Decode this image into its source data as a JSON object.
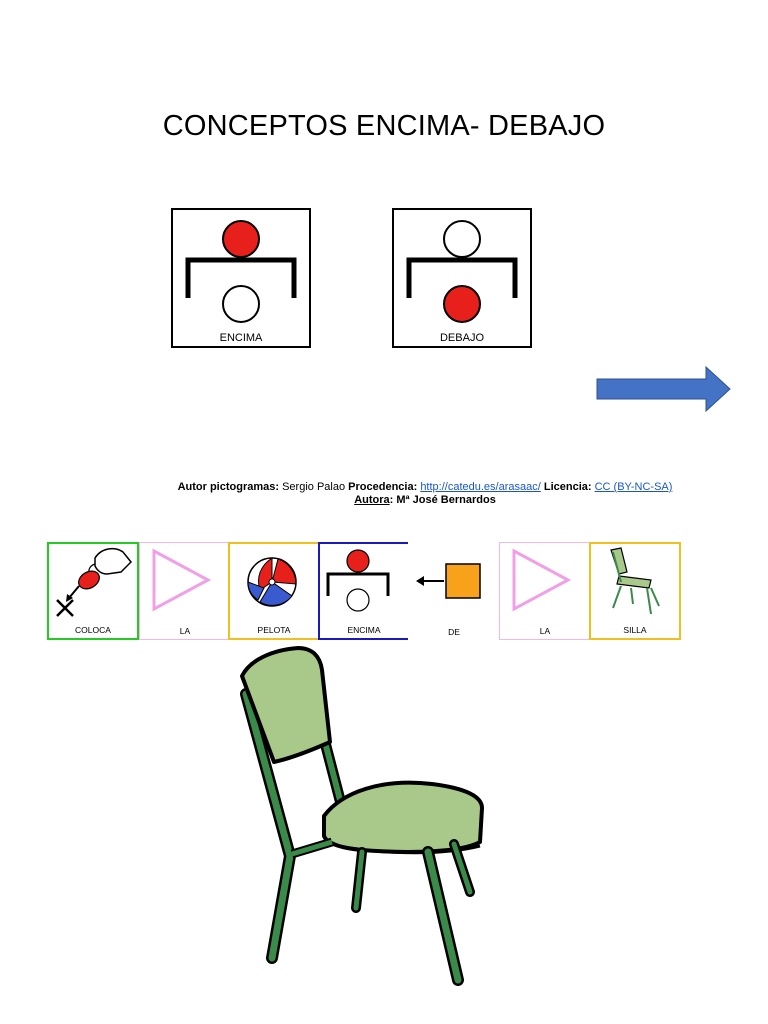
{
  "title": "CONCEPTOS  ENCIMA- DEBAJO",
  "concept_cards": [
    {
      "label": "ENCIMA"
    },
    {
      "label": "DEBAJO"
    }
  ],
  "credit": {
    "autor_label": "Autor pictogramas:",
    "autor_value": "Sergio Palao",
    "procedencia_label": "Procedencia:",
    "procedencia_link": "http://catedu.es/arasaac/",
    "licencia_label": "Licencia:",
    "licencia_link": "CC (BY-NC-SA)",
    "autora_label": "Autora",
    "autora_colon": ":",
    "autora_value": "Mª José Bernardos"
  },
  "sentence": [
    {
      "label": "COLOCA",
      "icon": "hand-placing-icon",
      "border": "#22cc22"
    },
    {
      "label": "LA",
      "icon": "triangle-article-icon",
      "border": "#f4b8e4"
    },
    {
      "label": "PELOTA",
      "icon": "beach-ball-icon",
      "border": "#f0c020"
    },
    {
      "label": "ENCIMA",
      "icon": "above-icon",
      "border": "#1a1ab8"
    },
    {
      "label": "DE",
      "icon": "arrow-box-icon",
      "border": "none"
    },
    {
      "label": "LA",
      "icon": "triangle-article-icon",
      "border": "#f4b8e4"
    },
    {
      "label": "SILLA",
      "icon": "chair-icon",
      "border": "#f0c020"
    }
  ],
  "colors": {
    "red_ball": "#e8201c",
    "arrow_blue": "#4472c4",
    "chair_green": "#a9c98a",
    "chair_frame": "#3a8a4a",
    "orange_box": "#f7a21a",
    "pink_triangle": "#f2a0e6"
  }
}
